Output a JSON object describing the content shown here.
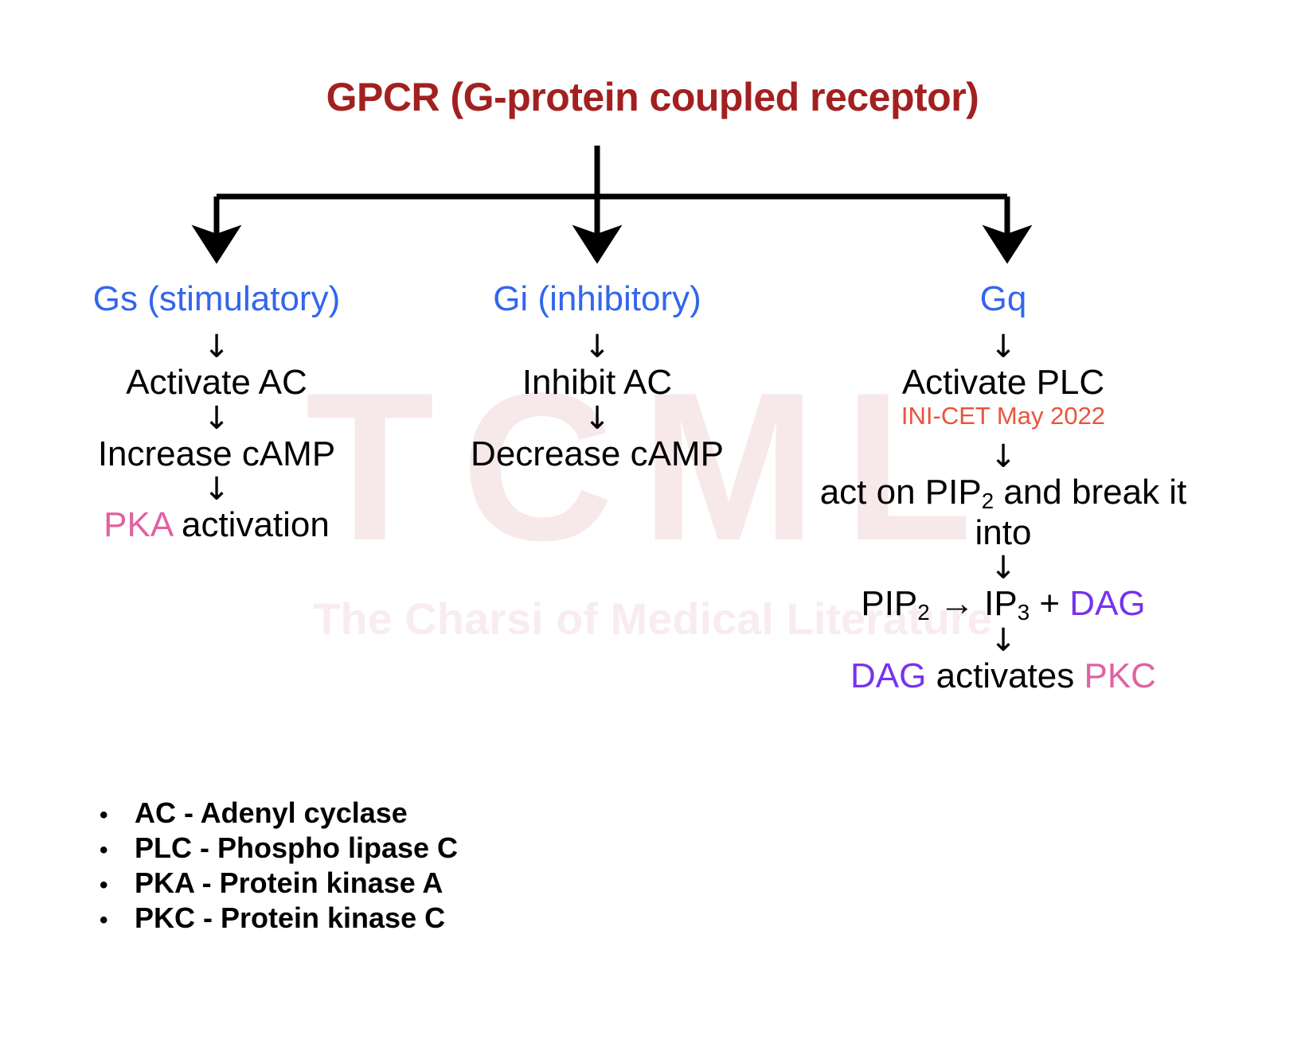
{
  "title": "GPCR (G-protein coupled receptor)",
  "colors": {
    "title": "#a32020",
    "gprotein": "#3366ee",
    "body": "#000000",
    "exam_tag": "#e8543b",
    "pka_pkc": "#e062a2",
    "dag": "#7733ee",
    "watermark": "#f7e8e9",
    "background": "#ffffff"
  },
  "arrow_glyph": "↓",
  "reaction_arrow_glyph": "→",
  "branches": [
    {
      "id": "gs",
      "name": "Gs (stimulatory)",
      "steps": [
        {
          "text": "Activate AC"
        },
        {
          "text": "Increase cAMP"
        },
        {
          "text": "PKA activation",
          "highlight": "PKA",
          "highlight_color": "#e062a2"
        }
      ]
    },
    {
      "id": "gi",
      "name": "Gi (inhibitory)",
      "steps": [
        {
          "text": "Inhibit AC"
        },
        {
          "text": "Decrease cAMP"
        }
      ]
    },
    {
      "id": "gq",
      "name": "Gq",
      "exam_tag": "INI-CET May 2022",
      "steps": [
        {
          "text": "Activate PLC"
        },
        {
          "text": "act on PIP2 and break it into"
        },
        {
          "text": "PIP2 → IP3 + DAG",
          "highlight": "DAG",
          "highlight_color": "#7733ee"
        },
        {
          "text": "DAG activates PKC",
          "highlight": "DAG, PKC"
        }
      ]
    }
  ],
  "legend": {
    "bullet_glyph": "•",
    "items": [
      "AC - Adenyl cyclase",
      "PLC - Phospho lipase C",
      "PKA - Protein kinase A",
      "PKC - Protein kinase C"
    ]
  },
  "watermark": {
    "letters": "TCML",
    "tagline": "The Charsi of Medical Literature"
  }
}
